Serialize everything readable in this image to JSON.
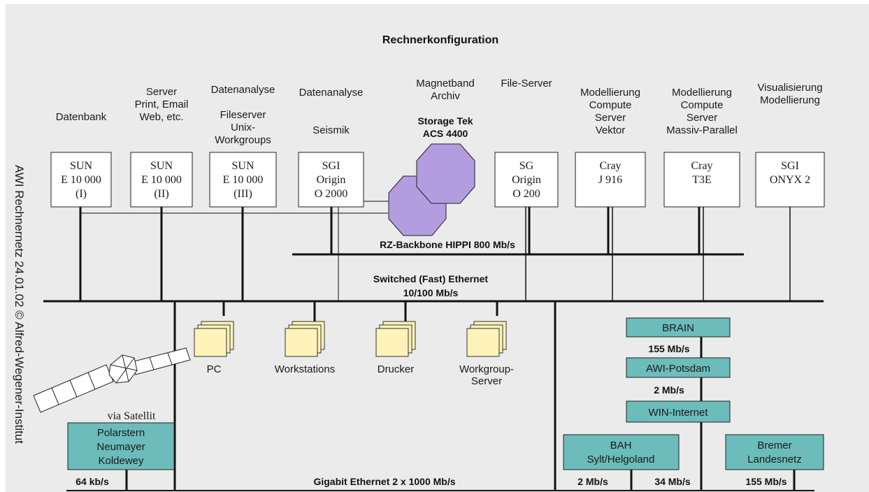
{
  "title": "Rechnerkonfiguration",
  "side_text": "AWI Rechnernetz 24.01.02  © Alfred-Wegener-Institut",
  "colors": {
    "background": "#ebebeb",
    "node_fill": "#6bbcbb",
    "octagon_fill": "#b39de0",
    "folder_fill": "#fdf2b8"
  },
  "servers": [
    {
      "id": "s1",
      "label": [
        "Datenbank"
      ],
      "box": [
        "SUN",
        "E 10 000",
        "(I)"
      ]
    },
    {
      "id": "s2",
      "label": [
        "Server",
        "Print, Email",
        "Web, etc."
      ],
      "box": [
        "SUN",
        "E 10 000",
        "(II)"
      ]
    },
    {
      "id": "s3",
      "label": [
        "Datenanalyse",
        "",
        "Fileserver",
        "Unix-",
        "Workgroups"
      ],
      "box": [
        "SUN",
        "E 10 000",
        "(III)"
      ]
    },
    {
      "id": "s4",
      "label": [
        "Datenanalyse",
        "",
        "",
        "Seismik"
      ],
      "box": [
        "SGI",
        "Origin",
        "O 2000"
      ]
    },
    {
      "id": "s5",
      "label": [
        "File-Server"
      ],
      "box": [
        "SG",
        "Origin",
        "O 200"
      ]
    },
    {
      "id": "s6",
      "label": [
        "Modellierung",
        "Compute",
        "Server",
        "Vektor"
      ],
      "box": [
        "Cray",
        "J 916"
      ]
    },
    {
      "id": "s7",
      "label": [
        "Modellierung",
        "Compute",
        "Server",
        "Massiv-Parallel"
      ],
      "box": [
        "Cray",
        "T3E"
      ]
    },
    {
      "id": "s8",
      "label": [
        "Visualisierung",
        "Modellierung"
      ],
      "box": [
        "SGI",
        "ONYX 2"
      ]
    }
  ],
  "archive": {
    "label": [
      "Magnetband",
      "Archiv"
    ],
    "name": [
      "Storage Tek",
      "ACS 4400"
    ]
  },
  "hippi": "RZ-Backbone HIPPI 800 Mb/s",
  "ethernet": [
    "Switched (Fast) Ethernet",
    "10/100 Mb/s"
  ],
  "clients": [
    {
      "id": "pc",
      "label": [
        "PC"
      ]
    },
    {
      "id": "ws",
      "label": [
        "Workstations"
      ]
    },
    {
      "id": "dr",
      "label": [
        "Drucker"
      ]
    },
    {
      "id": "wg",
      "label": [
        "Workgroup-",
        "Server"
      ]
    }
  ],
  "satellite": {
    "label": "via Satellit",
    "box": [
      "Polarstern",
      "Neumayer",
      "Koldewey"
    ],
    "speed": "64 kb/s"
  },
  "gigabit": "Gigabit Ethernet 2  x 1000 Mb/s",
  "wan": {
    "brain": "BRAIN",
    "brain_speed": "155 Mb/s",
    "potsdam": "AWI-Potsdam",
    "potsdam_speed": "2 Mb/s",
    "win": "WIN-Internet",
    "bah": [
      "BAH",
      "Sylt/Helgoland"
    ],
    "bah_speed": "2 Mb/s",
    "win_speed": "34 Mb/s",
    "bremen": [
      "Bremer",
      "Landesnetz"
    ],
    "bremen_speed": "155 Mb/s"
  }
}
